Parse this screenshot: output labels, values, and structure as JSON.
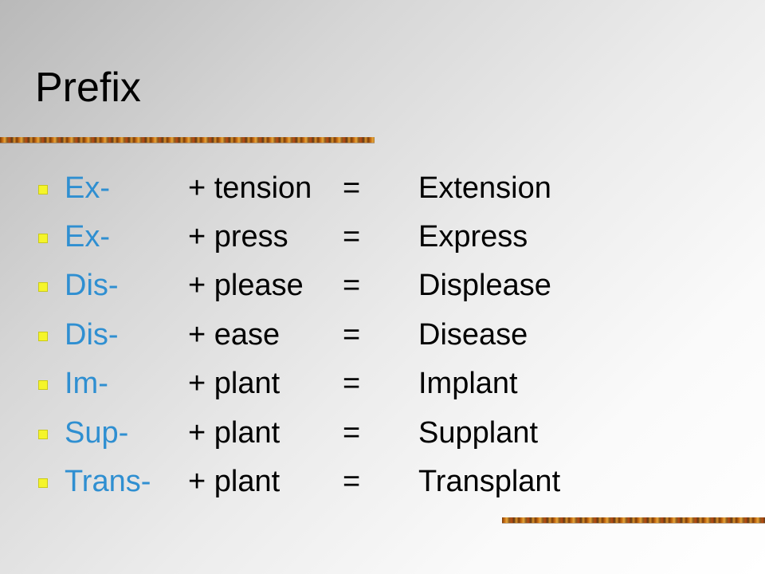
{
  "slide": {
    "title": "Prefix",
    "rows": [
      {
        "prefix": "Ex-",
        "root": "+ tension",
        "equals": "=",
        "result": "Extension"
      },
      {
        "prefix": "Ex-",
        "root": "+ press",
        "equals": "=",
        "result": "Express"
      },
      {
        "prefix": "Dis-",
        "root": "+ please",
        "equals": "=",
        "result": "Displease"
      },
      {
        "prefix": "Dis-",
        "root": "+ ease",
        "equals": "=",
        "result": "Disease"
      },
      {
        "prefix": "Im-",
        "root": "+ plant",
        "equals": "=",
        "result": "Implant"
      },
      {
        "prefix": "Sup-",
        "root": "+ plant",
        "equals": "=",
        "result": "Supplant"
      },
      {
        "prefix": "Trans-",
        "root": "+ plant",
        "equals": "=",
        "result": "Transplant"
      }
    ]
  },
  "colors": {
    "prefix_text": "#2f8fd1",
    "bullet": "#f5f52a",
    "rule": "#c56a12"
  }
}
